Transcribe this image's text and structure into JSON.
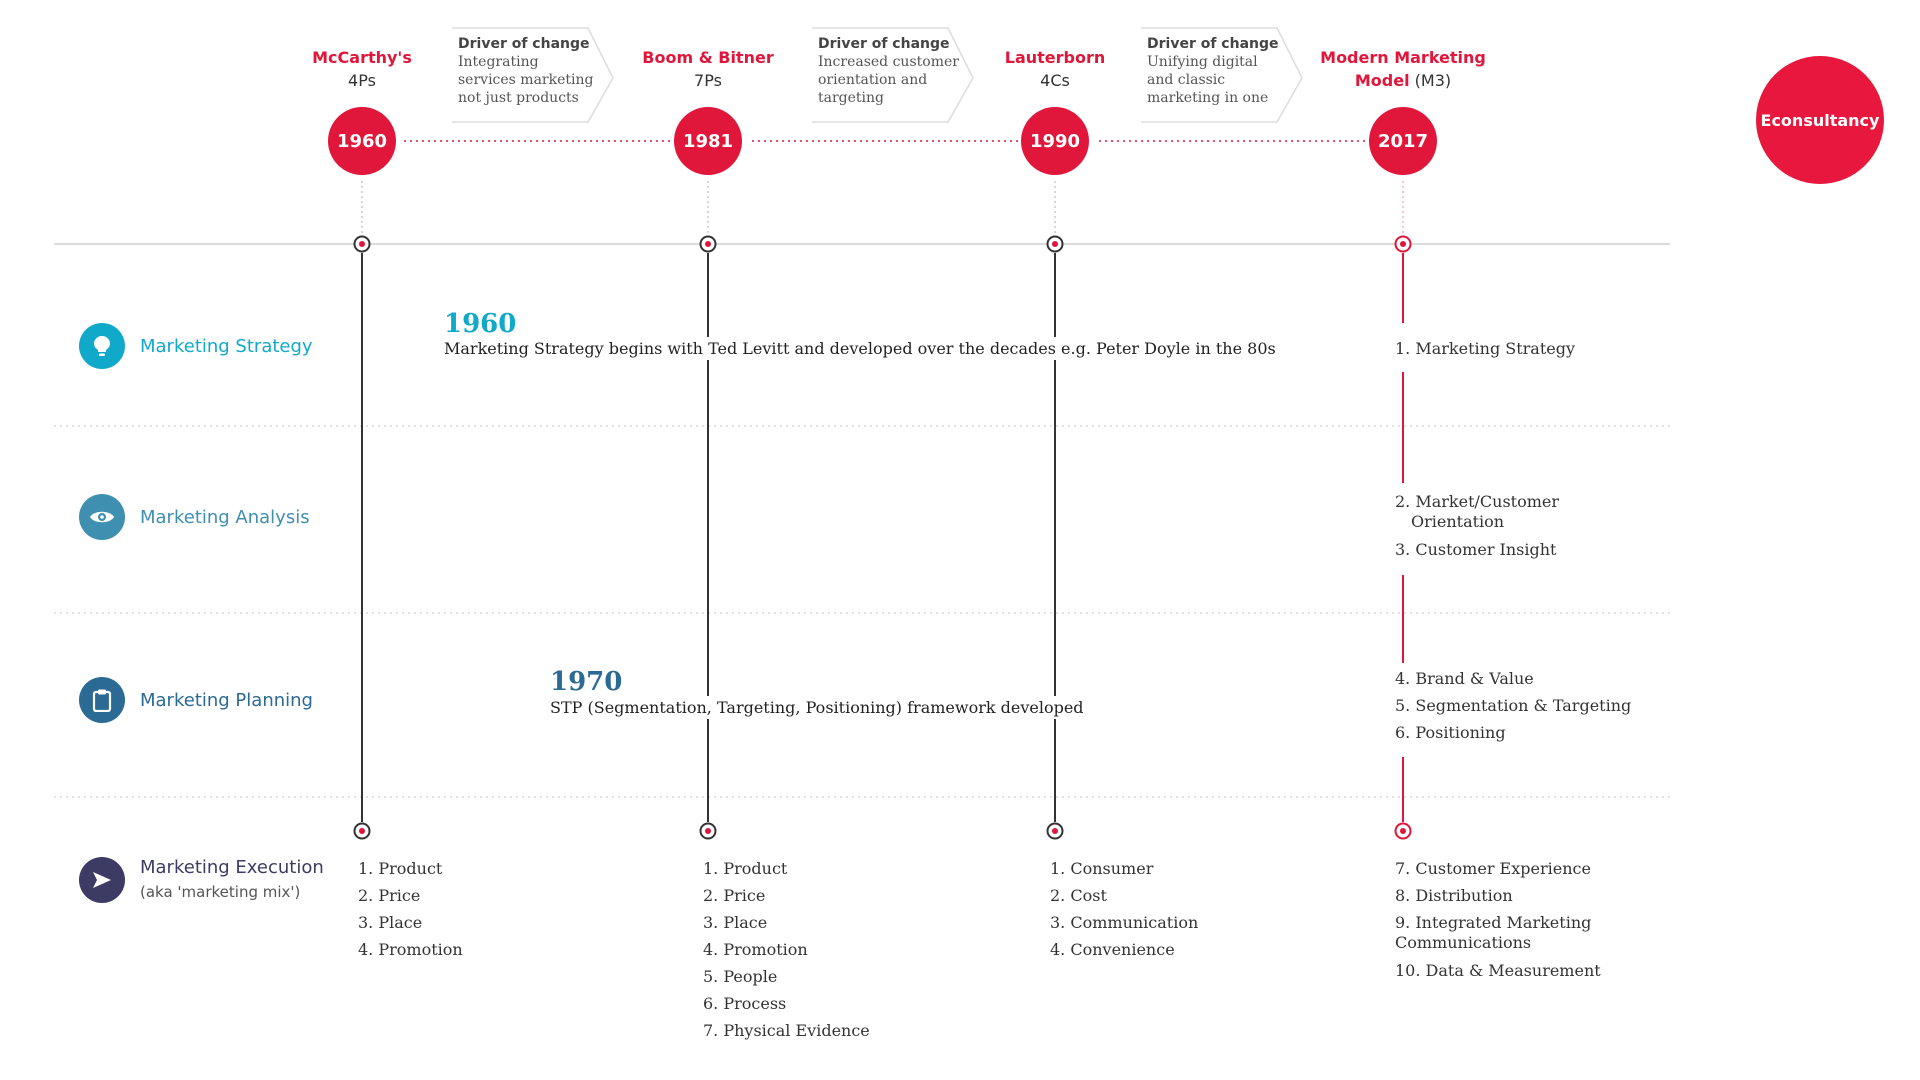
{
  "colors": {
    "accent": "#e0173b",
    "timeline_dark": "#333333",
    "lane_strategy": "#11a9c9",
    "lane_analysis": "#3f8fb0",
    "lane_planning": "#2b6a95",
    "lane_execution": "#3d3b63"
  },
  "brand": {
    "name": "Econsultancy"
  },
  "eras": [
    {
      "title": "McCarthy's",
      "subtitle": "4Ps",
      "year": "1960"
    },
    {
      "title": "Boom & Bitner",
      "subtitle": "7Ps",
      "year": "1981"
    },
    {
      "title": "Lauterborn",
      "subtitle": "4Cs",
      "year": "1990"
    },
    {
      "title_line1": "Modern Marketing",
      "title_line2": "Model",
      "title_line2_suffix": " (M3)",
      "year": "2017"
    }
  ],
  "drivers": [
    {
      "title": "Driver of change",
      "lines": [
        "Integrating",
        "services marketing",
        "not just products"
      ]
    },
    {
      "title": "Driver of change",
      "lines": [
        "Increased customer",
        "orientation and",
        "targeting"
      ]
    },
    {
      "title": "Driver of change",
      "lines": [
        "Unifying digital",
        "and classic",
        "marketing in one"
      ]
    }
  ],
  "lanes": [
    {
      "label": "Marketing Strategy",
      "icon": "lightbulb-icon"
    },
    {
      "label": "Marketing Analysis",
      "icon": "eye-icon"
    },
    {
      "label": "Marketing Planning",
      "icon": "clipboard-icon"
    },
    {
      "label": "Marketing Execution",
      "note": "(aka 'marketing mix')",
      "icon": "arrow-right-icon"
    }
  ],
  "milestones": [
    {
      "year": "1960",
      "text": "Marketing Strategy begins with Ted Levitt and developed over the decades e.g. Peter Doyle in the 80s"
    },
    {
      "year": "1970",
      "text": "STP (Segmentation, Targeting, Positioning) framework developed"
    }
  ],
  "mix_lists": [
    [
      "1. Product",
      "2. Price",
      "3. Place",
      "4. Promotion"
    ],
    [
      "1. Product",
      "2. Price",
      "3. Place",
      "4. Promotion",
      "5. People",
      "6. Process",
      "7. Physical Evidence"
    ],
    [
      "1. Consumer",
      "2. Cost",
      "3. Communication",
      "4. Convenience"
    ]
  ],
  "m3": {
    "strategy": [
      "1. Marketing Strategy"
    ],
    "analysis": [
      "2. Market/Customer Orientation",
      "3. Customer Insight"
    ],
    "planning": [
      "4. Brand & Value",
      "5. Segmentation & Targeting",
      "6. Positioning"
    ],
    "execution": [
      "7. Customer Experience",
      "8. Distribution",
      "9. Integrated Marketing Communications",
      "10. Data & Measurement"
    ]
  }
}
